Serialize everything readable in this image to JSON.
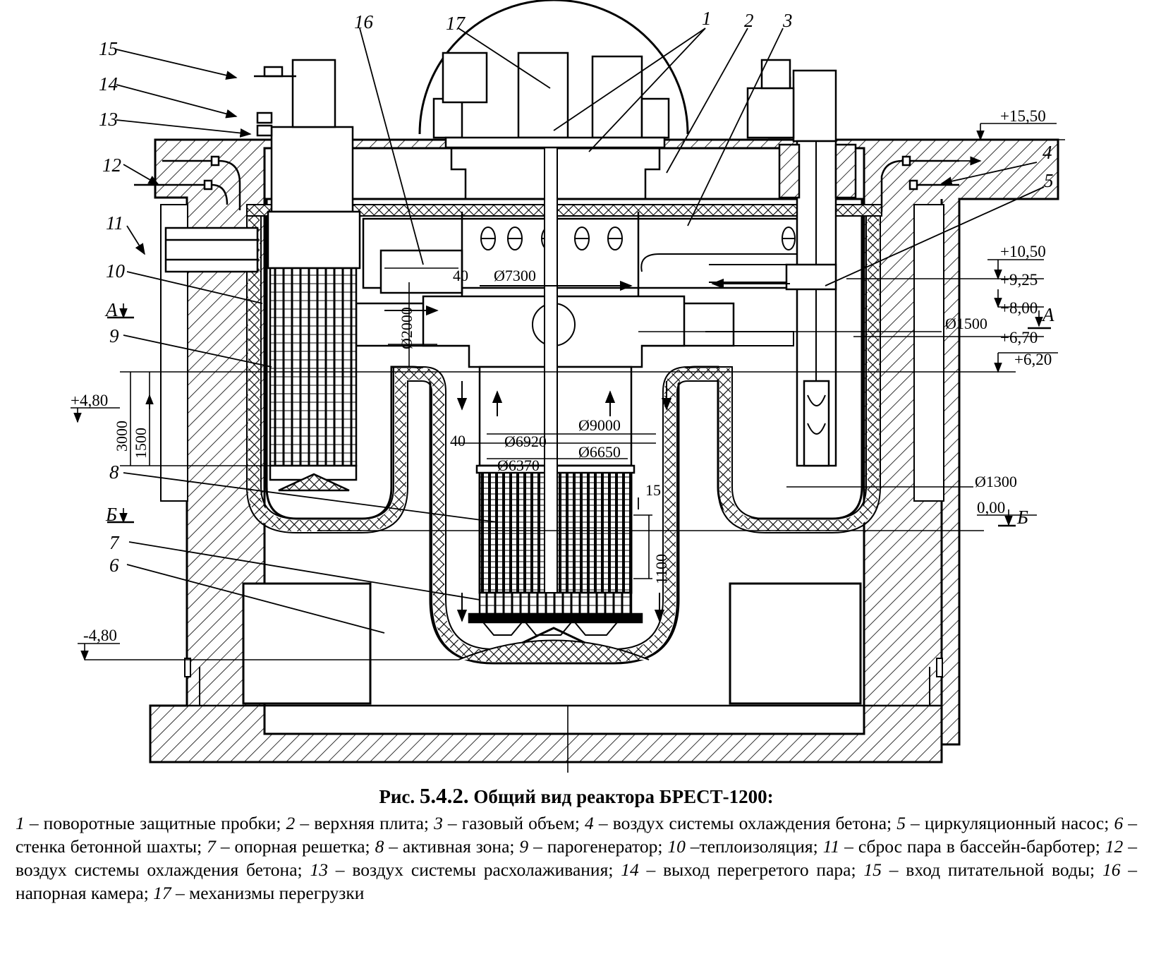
{
  "figure": {
    "caption_prefix": "Рис.",
    "caption_number": "5.4.2.",
    "caption_title": "Общий вид реактора БРЕСТ-1200:"
  },
  "legend": [
    {
      "num": "1",
      "text": "поворотные защитные пробки"
    },
    {
      "num": "2",
      "text": "верхняя плита"
    },
    {
      "num": "3",
      "text": "газовый объем"
    },
    {
      "num": "4",
      "text": "воздух системы охлаждения бетона"
    },
    {
      "num": "5",
      "text": "циркуляционный насос"
    },
    {
      "num": "6",
      "text": "стенка бетонной шахты"
    },
    {
      "num": "7",
      "text": "опорная решетка"
    },
    {
      "num": "8",
      "text": "активная зона"
    },
    {
      "num": "9",
      "text": "парогенератор"
    },
    {
      "num": "10",
      "text": "теплоизоляция"
    },
    {
      "num": "11",
      "text": "сброс пара в бассейн-барботер"
    },
    {
      "num": "12",
      "text": "воздух системы охлаждения бетона"
    },
    {
      "num": "13",
      "text": "воздух системы расхолаживания"
    },
    {
      "num": "14",
      "text": "выход перегретого пара"
    },
    {
      "num": "15",
      "text": "вход питательной воды"
    },
    {
      "num": "16",
      "text": "напорная камера"
    },
    {
      "num": "17",
      "text": "механизмы перегрузки"
    }
  ],
  "elevations": {
    "top": "+15,50",
    "e1050": "+10,50",
    "e925": "+9,25",
    "e800": "+8,00",
    "e670": "+6,70",
    "e620": "+6,20",
    "e480": "+4,80",
    "zero": "0,00",
    "m480": "-4,80"
  },
  "dimensions": {
    "d7300": "Ø7300",
    "d9000": "Ø9000",
    "d6920": "Ø6920",
    "d6650": "Ø6650",
    "d6370": "Ø6370",
    "d2000": "Ø2000",
    "d1500": "Ø1500",
    "d1300": "Ø1300",
    "h3000": "3000",
    "h1500": "1500",
    "h1100": "1100",
    "n40a": "40",
    "n40b": "40",
    "n15": "15"
  },
  "sections": {
    "a_left": "А",
    "a_right": "А",
    "b_left": "Б",
    "b_right": "Б"
  }
}
